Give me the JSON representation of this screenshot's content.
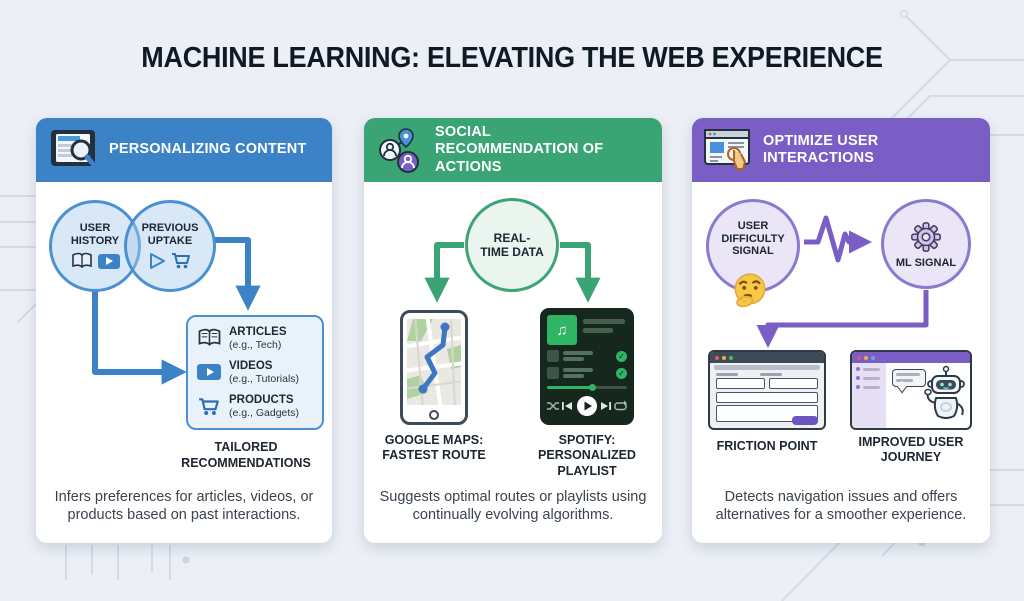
{
  "title": "MACHINE LEARNING: ELEVATING THE WEB EXPERIENCE",
  "glyphs": {
    "music_note": "♫",
    "check": "✓"
  },
  "panels": [
    {
      "title": "PERSONALIZING CONTENT",
      "accent": "#3b82c6",
      "header_icon": "tablet-magnifier-icon",
      "venn": {
        "left": {
          "label": "USER HISTORY",
          "icons": [
            "book-icon",
            "video-icon"
          ]
        },
        "right": {
          "label": "PREVIOUS UPTAKE",
          "icons": [
            "play-icon",
            "cart-icon"
          ]
        }
      },
      "list": [
        {
          "title": "ARTICLES",
          "example": "(e.g., Tech)",
          "icon": "book-icon"
        },
        {
          "title": "VIDEOS",
          "example": "(e.g., Tutorials)",
          "icon": "video-icon"
        },
        {
          "title": "PRODUCTS",
          "example": "(e.g., Gadgets)",
          "icon": "cart-icon"
        }
      ],
      "caption": "TAILORED RECOMMENDATIONS",
      "description": "Infers preferences for articles, videos, or products based on past interactions."
    },
    {
      "title": "SOCIAL RECOMMENDATION OF ACTIONS",
      "accent": "#3aa474",
      "header_icon": "social-network-pin-icon",
      "node": "REAL-TIME DATA",
      "examples": [
        {
          "label": "GOOGLE MAPS: FASTEST ROUTE",
          "icon": "map-route-phone-icon"
        },
        {
          "label": "SPOTIFY: PERSONALIZED PLAYLIST",
          "icon": "music-player-icon"
        }
      ],
      "description": "Suggests optimal routes or playlists using continually evolving algorithms."
    },
    {
      "title": "OPTIMIZE USER INTERACTIONS",
      "accent": "#7a5ec6",
      "header_icon": "browser-click-icon",
      "nodes": [
        {
          "label": "USER DIFFICULTY SIGNAL",
          "icon": "thinking-face-icon"
        },
        {
          "label": "ML SIGNAL",
          "icon": "gear-icon"
        }
      ],
      "outcomes": [
        {
          "label": "FRICTION POINT",
          "icon": "form-window-icon"
        },
        {
          "label": "IMPROVED USER JOURNEY",
          "icon": "chatbot-window-icon"
        }
      ],
      "description": "Detects navigation issues and offers alternatives for a smoother experience."
    }
  ]
}
